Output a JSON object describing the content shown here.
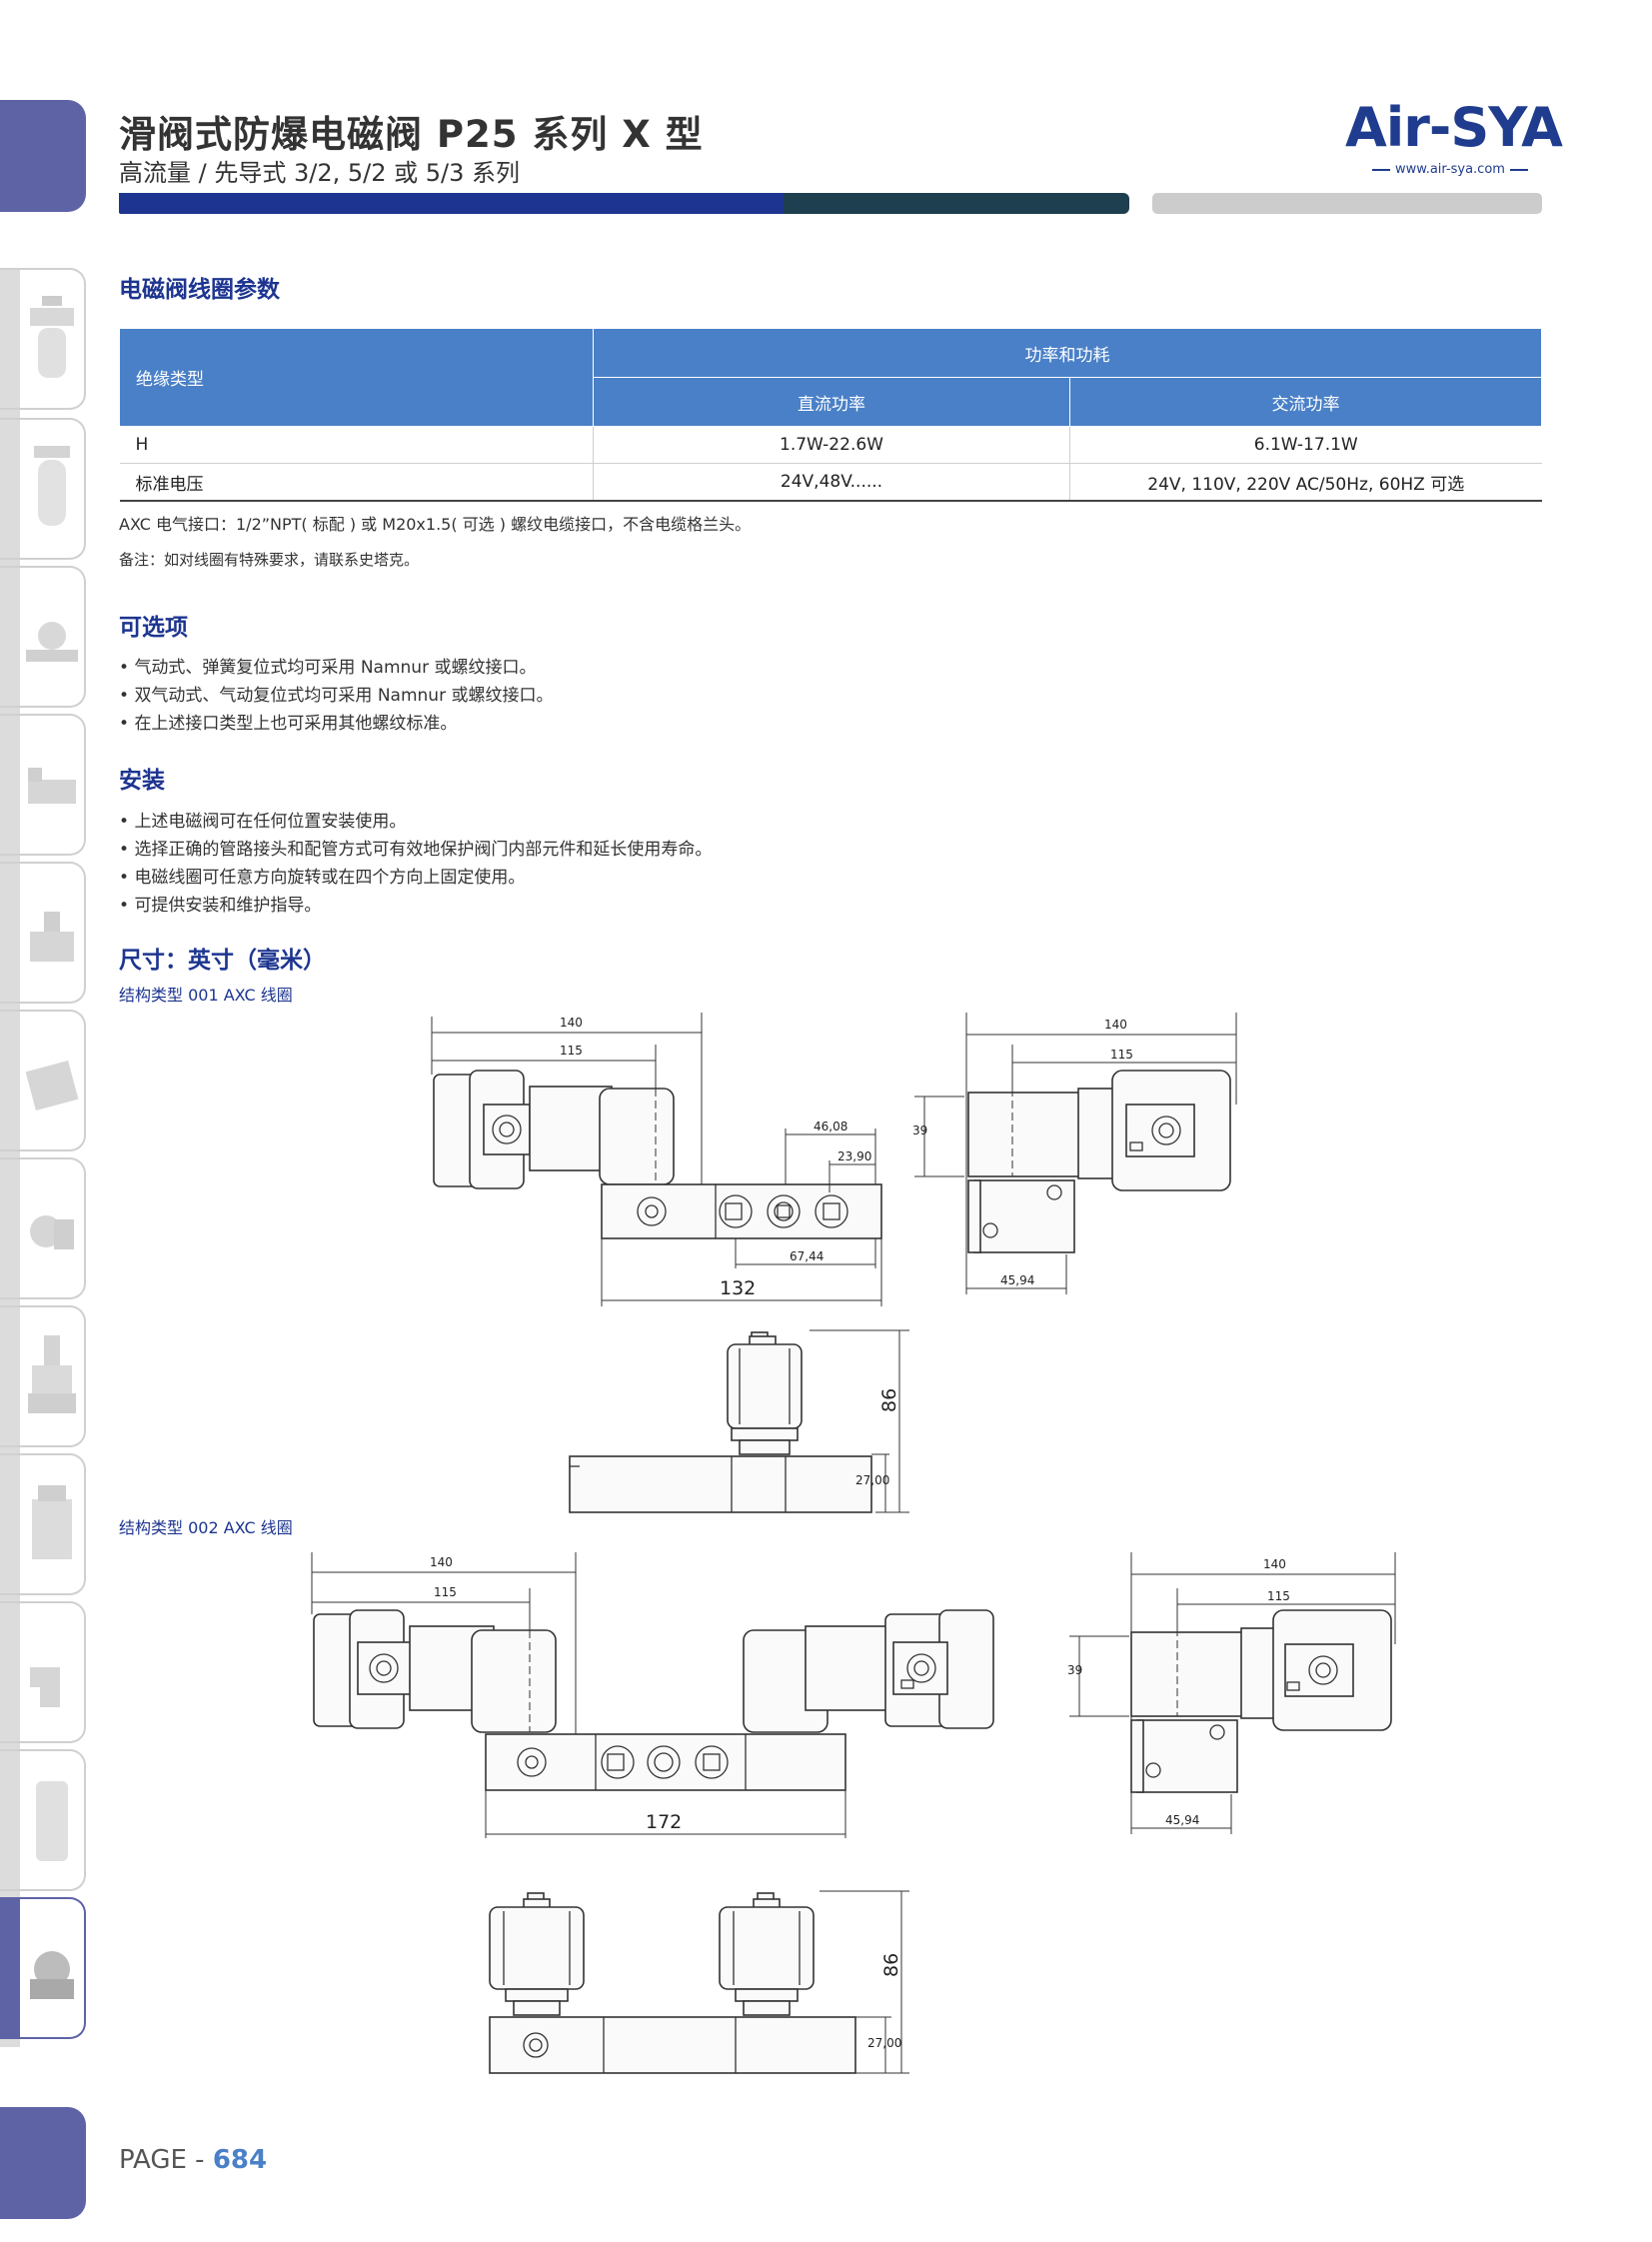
{
  "header": {
    "title": "滑阀式防爆电磁阀 P25 系列 X 型",
    "subtitle": "高流量 / 先导式 3/2, 5/2 或 5/3 系列",
    "logo": "Air-SYA",
    "logo_url": "www.air-sya.com"
  },
  "coil_section": {
    "heading": "电磁阀线圈参数",
    "table": {
      "col_insulation": "绝缘类型",
      "col_power_group": "功率和功耗",
      "col_dc": "直流功率",
      "col_ac": "交流功率",
      "rows": [
        {
          "label": "H",
          "dc": "1.7W-22.6W",
          "ac": "6.1W-17.1W"
        },
        {
          "label": "标准电压",
          "dc": "24V,48V......",
          "ac": "24V, 110V, 220V AC/50Hz, 60HZ 可选"
        }
      ]
    },
    "note_connector": "AXC 电气接口：1/2”NPT( 标配 ) 或 M20x1.5( 可选 ) 螺纹电缆接口，不含电缆格兰头。",
    "note_remark": "备注：如对线圈有特殊要求，请联系史塔克。"
  },
  "options": {
    "heading": "可选项",
    "items": [
      "气动式、弹簧复位式均可采用 Namnur 或螺纹接口。",
      "双气动式、气动复位式均可采用 Namnur 或螺纹接口。",
      "在上述接口类型上也可采用其他螺纹标准。"
    ]
  },
  "install": {
    "heading": "安装",
    "items": [
      "上述电磁阀可在任何位置安装使用。",
      "选择正确的管路接头和配管方式可有效地保护阀门内部元件和延长使用寿命。",
      "电磁线圈可任意方向旋转或在四个方向上固定使用。",
      "可提供安装和维护指导。"
    ]
  },
  "dimensions": {
    "heading": "尺寸：英寸（毫米）",
    "type1": {
      "label": "结构类型 001 AXC 线圈",
      "d140": "140",
      "d115": "115",
      "d4608": "46,08",
      "d2390": "23,90",
      "d6744": "67,44",
      "d132": "132",
      "d39": "39",
      "d4594": "45,94",
      "d86": "86",
      "d2700": "27,00"
    },
    "type2": {
      "label": "结构类型 002 AXC 线圈",
      "d140": "140",
      "d115": "115",
      "d172": "172",
      "d39": "39",
      "d4594": "45,94",
      "d86": "86",
      "d2700": "27,00"
    }
  },
  "footer": {
    "page_prefix": "PAGE - ",
    "page_number": "684"
  }
}
